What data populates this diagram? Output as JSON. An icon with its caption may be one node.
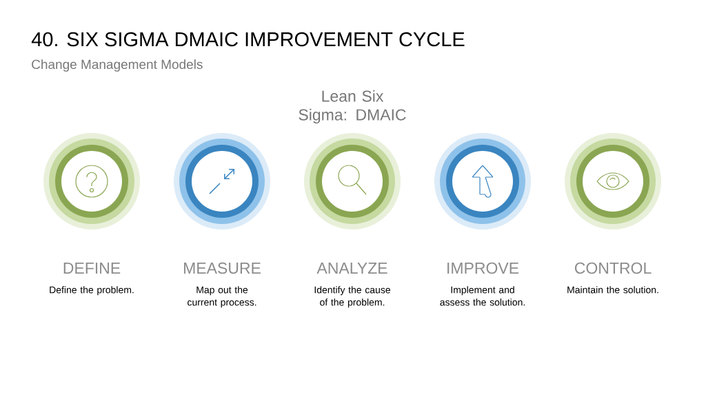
{
  "diagram": {
    "title": "40. SIX SIGMA DMAIC IMPROVEMENT CYCLE",
    "nodes": [
      {
        "text": [
          "DEFINE"
        ]
      },
      {
        "text": [
          "MEASURE"
        ]
      },
      {
        "text": [
          "ANALYZE"
        ]
      },
      {
        "text": [
          "IMPROVE"
        ]
      },
      {
        "text": [
          "CONTROL"
        ]
      }
    ],
    "labels": [
      "Change Management Models",
      "Lean Six Sigma: DMAIC",
      "Define the problem.",
      "Map out the current process.",
      "Identify the cause of the problem.",
      "Implement and assess the solution.",
      "Maintain the solution."
    ]
  }
}
